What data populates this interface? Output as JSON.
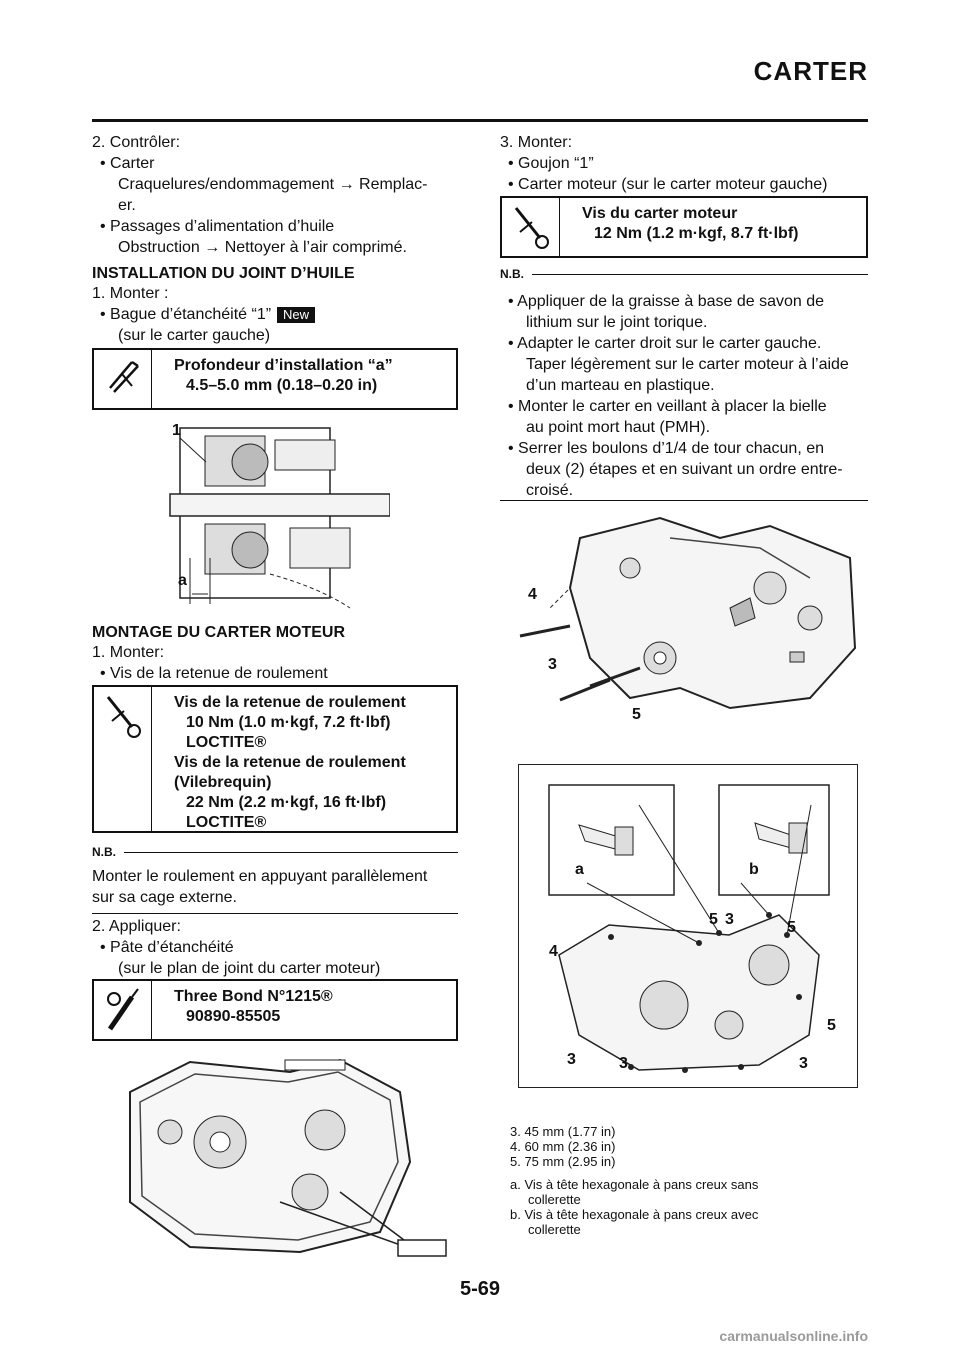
{
  "header": {
    "title": "CARTER"
  },
  "left": {
    "check": {
      "step": "2.  Contrôler:",
      "b1": "• Carter",
      "b1_detail": "Craquelures/endommagement → Remplac-",
      "b1_detail2": "er.",
      "b2": "• Passages d’alimentation d’huile",
      "b2_detail": "Obstruction → Nettoyer à l’air comprimé."
    },
    "seal": {
      "heading": "INSTALLATION DU JOINT D’HUILE",
      "step": "1.  Monter :",
      "b1": "• Bague d’étanchéité “1”",
      "badge": "New",
      "b1_detail": "(sur le carter gauche)",
      "spec_title": "Profondeur d’installation “a”",
      "spec_value": "4.5–5.0 mm (0.18–0.20 in)",
      "fig_label_1": "1",
      "fig_label_a": "a"
    },
    "crank": {
      "heading": "MONTAGE DU CARTER MOTEUR",
      "step": "1.  Monter:",
      "b1": "• Vis de la retenue de roulement",
      "spec1_title": "Vis de la retenue de roulement",
      "spec1_val": "10 Nm (1.0 m·kgf, 7.2 ft·lbf)",
      "spec1_loc": "LOCTITE®",
      "spec2_title": "Vis de la retenue de roulement",
      "spec2_sub": "(Vilebrequin)",
      "spec2_val": "22 Nm (2.2 m·kgf, 16 ft·lbf)",
      "spec2_loc": "LOCTITE®",
      "nb_label": "N.B.",
      "nb_text1": "Monter le roulement en appuyant parallèlement",
      "nb_text2": "sur sa cage externe.",
      "step2": "2.  Appliquer:",
      "b2": "• Pâte d’étanchéité",
      "b2_detail": "(sur le plan de joint du carter moteur)",
      "spec3_title": "Three Bond N°1215®",
      "spec3_val": "90890-85505"
    }
  },
  "right": {
    "step": "3.  Monter:",
    "b1": "• Goujon “1”",
    "b2": "• Carter moteur (sur le carter moteur gauche)",
    "spec_title": "Vis du carter moteur",
    "spec_val": "12 Nm (1.2 m·kgf, 8.7 ft·lbf)",
    "nb_label": "N.B.",
    "nb1": "• Appliquer de la graisse à base de savon de",
    "nb1b": "lithium sur le joint torique.",
    "nb2": "• Adapter le carter droit sur le carter gauche.",
    "nb2b": "Taper légèrement sur le carter moteur à l’aide",
    "nb2c": "d’un marteau en plastique.",
    "nb3": "• Monter le carter en veillant à placer la bielle",
    "nb3b": "au point mort haut (PMH).",
    "nb4": "• Serrer les boulons d’1/4 de tour chacun, en",
    "nb4b": "deux (2) étapes et en suivant un ordre entre-",
    "nb4c": "croisé.",
    "fig1_labels": {
      "l4": "4",
      "l3": "3",
      "l5": "5"
    },
    "fig2_labels": {
      "a": "a",
      "b": "b",
      "n5a": "5",
      "n3a": "3",
      "n5b": "5",
      "n4": "4",
      "n5c": "5",
      "n3b": "3",
      "n3c": "3",
      "n3d": "3"
    },
    "legend": {
      "l3": "3.  45 mm (1.77 in)",
      "l4": "4.  60 mm (2.36 in)",
      "l5": "5.  75 mm (2.95 in)",
      "la": "a.  Vis à tête hexagonale à pans creux sans",
      "la2": "collerette",
      "lb": "b.  Vis à tête hexagonale à pans creux avec",
      "lb2": "collerette"
    }
  },
  "footer": {
    "page": "5-69",
    "watermark": "carmanualsonline.info"
  }
}
